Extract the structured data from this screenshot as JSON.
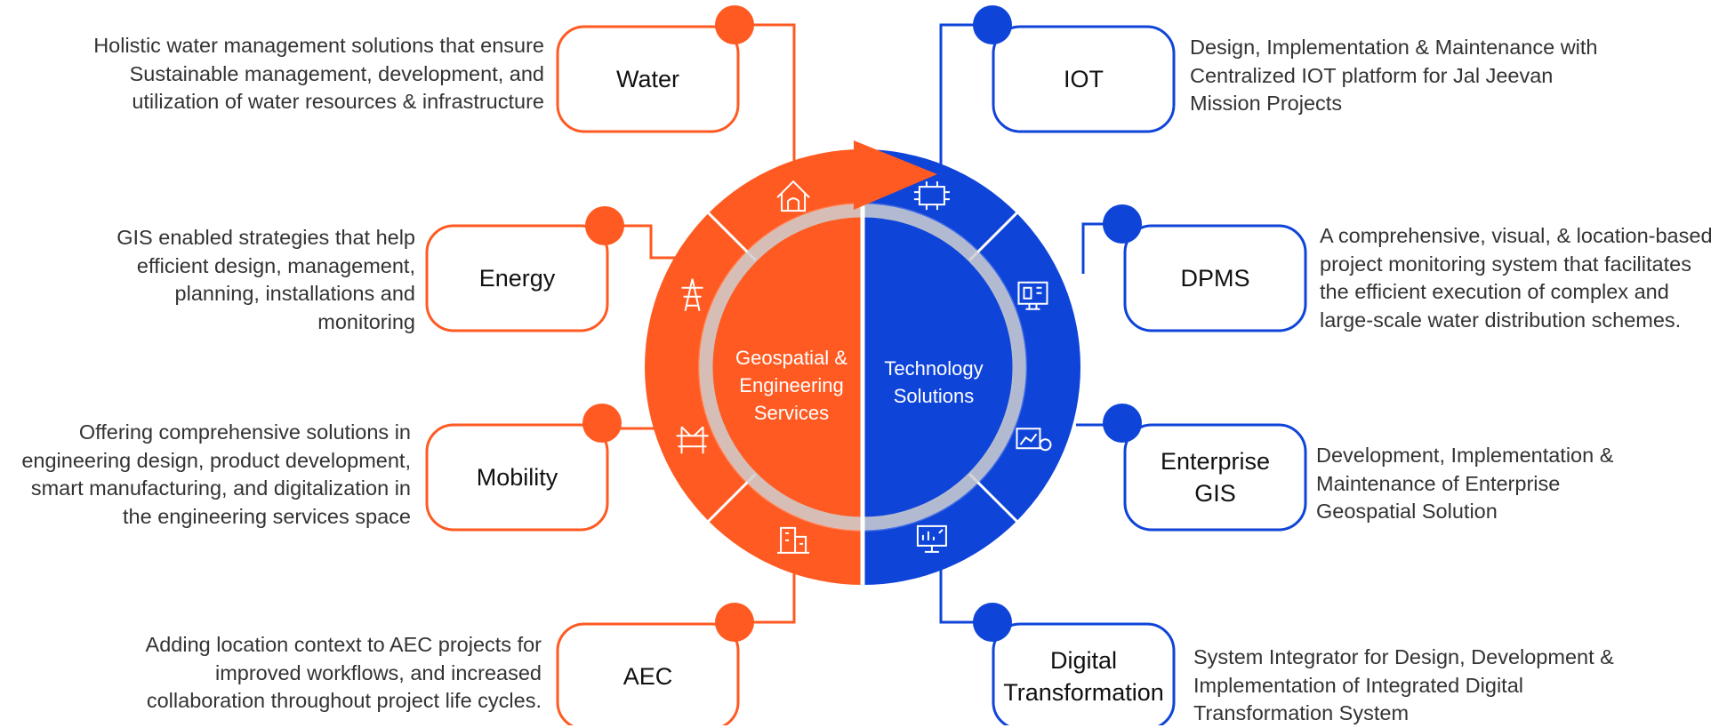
{
  "colors": {
    "orange": "#fe5a22",
    "blue": "#0f44d9",
    "ring": "#c9c9c9",
    "text": "#333333",
    "white": "#ffffff"
  },
  "center": {
    "left_lines": [
      "Geospatial &",
      "Engineering",
      "Services"
    ],
    "right_lines": [
      "Technology",
      "Solutions"
    ]
  },
  "segments": {
    "left_icons": [
      "house-water-icon",
      "power-tower-icon",
      "bridge-icon",
      "buildings-icon"
    ],
    "right_icons": [
      "iot-chip-icon",
      "monitor-dashboard-icon",
      "chart-settings-icon",
      "digital-monitor-icon"
    ]
  },
  "items": [
    {
      "id": "water",
      "label_lines": [
        "Water"
      ],
      "desc_lines": [
        "Holistic water management solutions that ensure",
        "Sustainable  management, development, and",
        "utilization of water resources & infrastructure"
      ]
    },
    {
      "id": "energy",
      "label_lines": [
        "Energy"
      ],
      "desc_lines": [
        "GIS enabled strategies that help",
        "efficient design, management,",
        "planning, installations and",
        "monitoring"
      ]
    },
    {
      "id": "mobility",
      "label_lines": [
        "Mobility"
      ],
      "desc_lines": [
        "Offering comprehensive solutions in",
        "engineering design, product development,",
        "smart manufacturing, and digitalization in",
        "the engineering services space"
      ]
    },
    {
      "id": "aec",
      "label_lines": [
        "AEC"
      ],
      "desc_lines": [
        "Adding location context to AEC projects for",
        "improved workflows, and increased",
        "collaboration throughout project life cycles."
      ]
    },
    {
      "id": "iot",
      "label_lines": [
        "IOT"
      ],
      "desc_lines": [
        "Design, Implementation & Maintenance with",
        "Centralized IOT platform for Jal Jeevan",
        "Mission Projects"
      ]
    },
    {
      "id": "dpms",
      "label_lines": [
        "DPMS"
      ],
      "desc_lines": [
        "A comprehensive, visual, & location-based",
        "project monitoring system that facilitates",
        "the efficient execution of complex and",
        "large-scale water distribution schemes."
      ]
    },
    {
      "id": "enterprise-gis",
      "label_lines": [
        "Enterprise",
        "GIS"
      ],
      "desc_lines": [
        "Development, Implementation &",
        "Maintenance of Enterprise",
        "Geospatial Solution"
      ]
    },
    {
      "id": "digital-transformation",
      "label_lines": [
        "Digital",
        "Transformation"
      ],
      "desc_lines": [
        "System Integrator for Design, Development &",
        "Implementation of Integrated Digital",
        "Transformation System"
      ]
    }
  ]
}
